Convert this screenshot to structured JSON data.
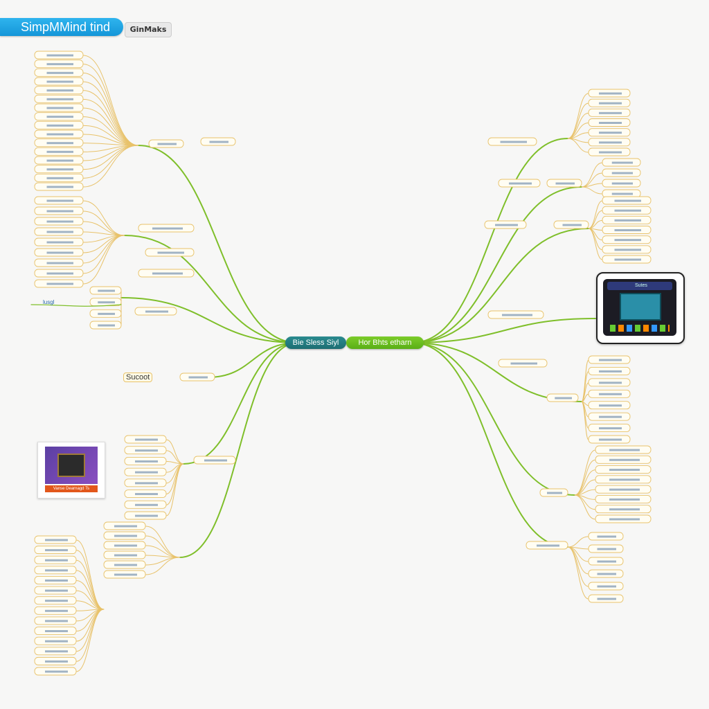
{
  "app": {
    "title": "SimpMMind tind",
    "badge": "GinMaks"
  },
  "center": {
    "left_label": "Bie Sless Siyl",
    "right_label": "Hor Bhts etharn"
  },
  "nodes": {
    "left_small": "Sucoot",
    "left_tag": "lusgl"
  },
  "images": {
    "device_label": "device-screenshot",
    "device_bar": "Sutes",
    "photo_caption": "Vanse Dearnagd Ts"
  },
  "colors": {
    "background": "#f7f7f6",
    "branch_green": "#7fbf2a",
    "leaf_yellow": "#e8c26a",
    "teal_accent": "#1d6e73",
    "brand_blue": "#1596d8"
  },
  "icons": {
    "branch": "mindmap-branch",
    "leaf": "mindmap-leaf-node"
  }
}
